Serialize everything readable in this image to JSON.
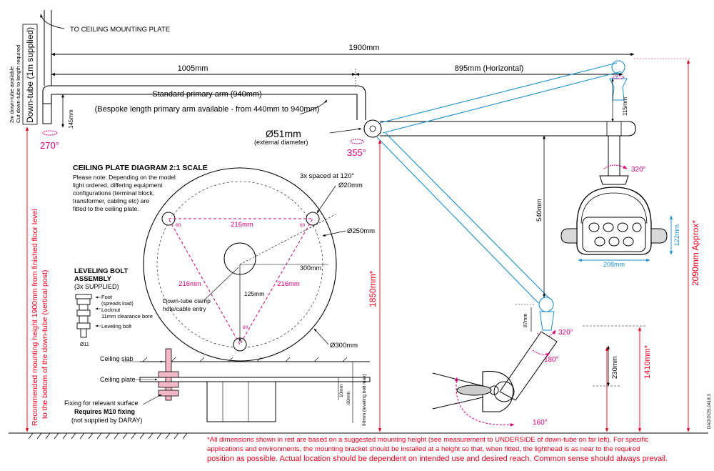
{
  "labels": {
    "to_ceiling_plate": "TO CEILING MOUNTING PLATE",
    "downtube_main": "Down-tube (1m supplied)",
    "downtube_sub1": "2m down-tube available",
    "downtube_sub2": "Cut down-tube to length required",
    "total_span": "1900mm",
    "primary_span": "1005mm",
    "horizontal_span": "895mm (Horizontal)",
    "primary_arm": "Standard primary arm (940mm)",
    "bespoke_arm": "(Bespoke length primary arm available - from 440mm to 940mm)",
    "tube_diameter": "Ø51mm",
    "tube_diameter_note": "(external diameter)",
    "rot_270": "270°",
    "rot_355": "355°",
    "drop_145": "145mm",
    "drop_115": "115mm",
    "vert_540": "540mm",
    "height_1850": "1850mm*",
    "height_2090": "2090mm Approx*",
    "height_1410": "1410mm*",
    "drop_230": "230mm",
    "drop_87": "87mm",
    "rot_320_top": "320°",
    "rot_320_low": "320°",
    "rot_180": "180°",
    "rot_160": "160°",
    "head_width": "208mm",
    "head_height": "122mm",
    "side_code": "DAD/DCEL0418.3",
    "vertical_note_1": "Recommended mounting height 1900mm from finished floor level",
    "vertical_note_2": "to the bottom of the down-tube (vertical post)"
  },
  "plate": {
    "title": "CEILING PLATE DIAGRAM 2:1 SCALE",
    "note_lines": [
      "Please note: Depending on the model",
      "light ordered, differing equipment",
      "configurations (terminal block,",
      "transformer, cabling etc) are",
      "fitted to the ceiling plate."
    ],
    "holes_note": "3x spaced at 120°",
    "hole_dia": "Ø20mm",
    "dia_250": "Ø250mm",
    "dia_300_plate": "300mm",
    "dia_300": "Ø300mm",
    "side_216_top": "216mm",
    "side_216_left": "216mm",
    "side_216_right": "216mm",
    "radius_125": "125mm",
    "angle_60_a": "60",
    "angle_60_b": "60",
    "angle_60_c": "60",
    "center_label_1": "Down-tube clamp",
    "center_label_2": "hole/cable entry"
  },
  "bolt": {
    "title_1": "LEVELING BOLT",
    "title_2": "ASSEMBLY",
    "qty": "(3x SUPPLIED)",
    "foot": "Foot",
    "foot_note": "(spreads load)",
    "locknut": "Locknut",
    "bore": "11mm clearance bore",
    "leveling": "Leveling bolt",
    "dia_11": "Ø11"
  },
  "section": {
    "ceiling_slab": "Ceiling slab",
    "ceiling_plate": "Ceiling plate",
    "fixing_1": "Fixing for relevant surface",
    "fixing_2": "Requires M10 fixing",
    "fixing_3": "(not supplied by DARAY)",
    "dim_10": "10mm",
    "dim_60": "60mm",
    "dim_max": "90mm (leveling bolt max)"
  },
  "footnote": {
    "line1": "*All dimensions shown in red are based on a suggested mounting height (see measurement to UNDERSIDE of down-tube on far left). For specific",
    "line2": "applications and environments, the mounting bracket should be installed at a height so that, when fitted, the lighthead is as near to the required",
    "line3": "position as possible. Actual location should be dependent on intended use and desired reach. Common sense should always prevail."
  }
}
